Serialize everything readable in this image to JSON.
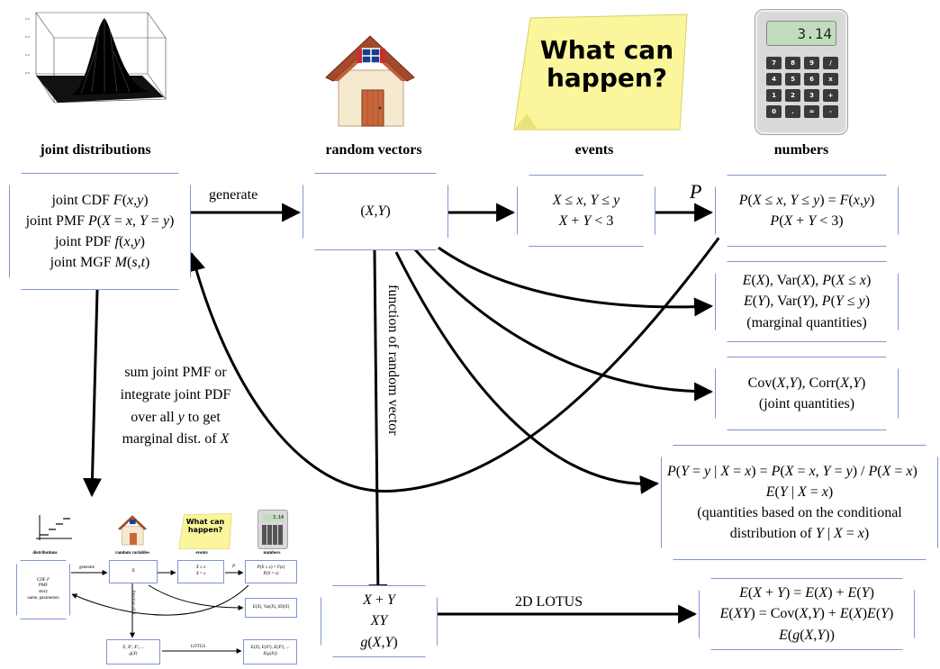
{
  "headings": {
    "joint_distributions": "joint distributions",
    "random_vectors": "random vectors",
    "events": "events",
    "numbers": "numbers"
  },
  "sticky_note": {
    "line1": "What can",
    "line2": "happen?"
  },
  "calculator": {
    "display": "3.14",
    "keys": [
      "7",
      "8",
      "9",
      "/",
      "4",
      "5",
      "6",
      "x",
      "1",
      "2",
      "3",
      "+",
      "0",
      ".",
      "=",
      "-"
    ]
  },
  "boxes": {
    "joint_dist": [
      "joint CDF F(x,y)",
      "joint PMF P(X = x, Y = y)",
      "joint PDF f(x,y)",
      "joint MGF M(s,t)"
    ],
    "random_vector": [
      "(X,Y)"
    ],
    "events": [
      "X ≤ x, Y ≤ y",
      "X + Y < 3"
    ],
    "probabilities": [
      "P(X ≤ x, Y ≤ y) = F(x,y)",
      "P(X + Y < 3)"
    ],
    "marginal": [
      "E(X), Var(X), P(X ≤ x)",
      "E(Y), Var(Y), P(Y ≤ y)",
      "(marginal quantities)"
    ],
    "joint_q": [
      "Cov(X,Y), Corr(X,Y)",
      "(joint quantities)"
    ],
    "conditional": [
      "P(Y = y | X = x) = P(X = x, Y = y) / P(X = x)",
      "E(Y | X = x)",
      "(quantities based on the conditional",
      "distribution of Y | X = x)"
    ],
    "functions": [
      "X + Y",
      "XY",
      "g(X,Y)"
    ],
    "lotus_results": [
      "E(X + Y) = E(X) + E(Y)",
      "E(XY) = Cov(X,Y) + E(X)E(Y)",
      "E(g(X,Y))"
    ]
  },
  "arrow_labels": {
    "generate": "generate",
    "P": "P",
    "function_of_random_vector": "function of random vector",
    "marginal_instructions": [
      "sum joint PMF or",
      "integrate joint PDF",
      "over all y to get",
      "marginal dist. of X"
    ],
    "lotus_2d": "2D LOTUS"
  },
  "mini_diagram": {
    "headings": [
      "distributions",
      "random variables",
      "events",
      "numbers"
    ],
    "dist_box": [
      "CDF F",
      "PMF",
      "story",
      "name, parameters"
    ],
    "rv_box": "X",
    "events_box": [
      "X ≤ x",
      "X = x"
    ],
    "numbers_box": [
      "P(X ≤ x) = F(x)",
      "P(X = x)"
    ],
    "expect_box": "E(X), Var(X), SD(X)",
    "func_box": [
      "X, X², X³, ...",
      "g(X)"
    ],
    "lotus_box": [
      "E(X), E(X²), E(X³), ...",
      "E(g(X))"
    ],
    "labels": {
      "generate": "generate",
      "P": "P",
      "function_of_X": "function of X",
      "lotus": "LOTUS"
    },
    "note": [
      "What can",
      "happen?"
    ]
  },
  "colors": {
    "box_border": "#7f95d6",
    "note_fill": "#fbf69b",
    "roof": "#a34a2c",
    "door": "#c8663a",
    "wall": "#f5e9cf"
  }
}
